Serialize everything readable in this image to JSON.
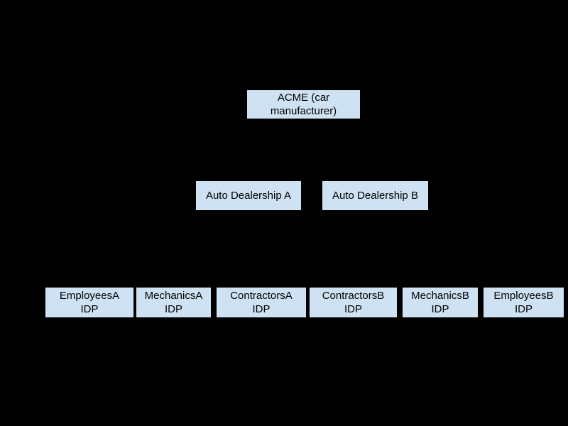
{
  "diagram": {
    "type": "hierarchy",
    "colors": {
      "background": "#000000",
      "node_fill": "#cfe2f3",
      "node_text": "#000000"
    },
    "nodes": [
      {
        "id": "acme",
        "level": 1,
        "label": "ACME (car\nmanufacturer)"
      },
      {
        "id": "dealership-a",
        "level": 2,
        "label": "Auto Dealership A"
      },
      {
        "id": "dealership-b",
        "level": 2,
        "label": "Auto Dealership B"
      },
      {
        "id": "employees-a",
        "level": 3,
        "label": "EmployeesA\nIDP"
      },
      {
        "id": "mechanics-a",
        "level": 3,
        "label": "MechanicsA\nIDP"
      },
      {
        "id": "contractors-a",
        "level": 3,
        "label": "ContractorsA\nIDP"
      },
      {
        "id": "contractors-b",
        "level": 3,
        "label": "ContractorsB\nIDP"
      },
      {
        "id": "mechanics-b",
        "level": 3,
        "label": "MechanicsB\nIDP"
      },
      {
        "id": "employees-b",
        "level": 3,
        "label": "EmployeesB\nIDP"
      }
    ]
  }
}
